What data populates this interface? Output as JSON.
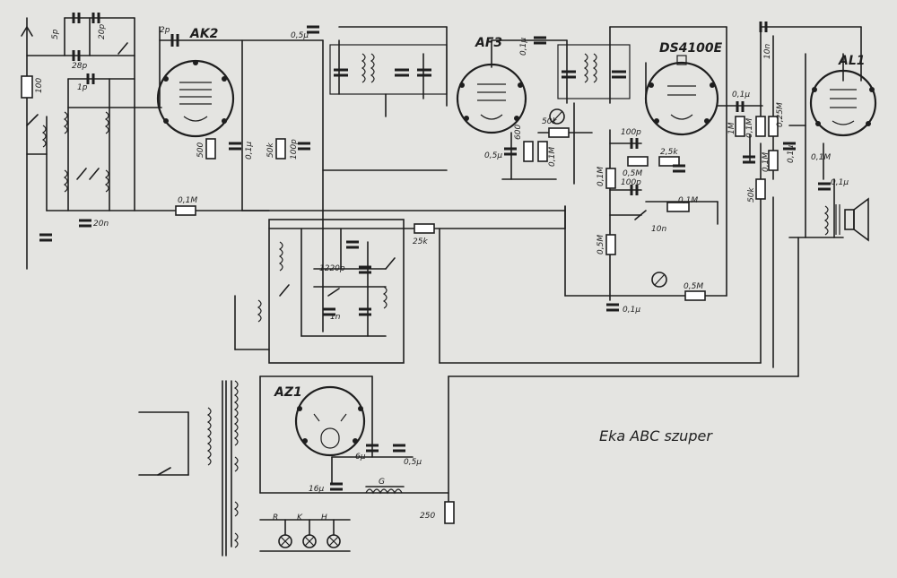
{
  "title": "Eka ABC szuper",
  "tubes": {
    "ak2": "AK2",
    "af3": "AF3",
    "ds4100e": "DS4100E",
    "al1": "AL1",
    "az1": "AZ1"
  },
  "components": {
    "c_2p": "2p",
    "c_05u_top": "0,5μ",
    "c_28p": "28p",
    "c_1p": "1p",
    "c_5p": "5p",
    "c_20p": "20p",
    "r_100": "100",
    "r_500": "500",
    "c_01u_a": "0,1μ",
    "r_50k_a": "50k",
    "c_100p_a": "100p",
    "r_01M_grid": "0,1M",
    "c_20n": "20n",
    "r_25k": "25k",
    "c_1220p": "1220p",
    "c_1n": "1n",
    "c_01u_af3": "0,1μ",
    "c_05u_af3": "0,5μ",
    "r_600": "600",
    "r_01M_af3": "0,1M",
    "r_50k_vol": "50k",
    "c_100p_b": "100p",
    "r_25k_b": "2,5k",
    "r_05M_a": "0,5M",
    "c_100p_c": "100p",
    "r_01M_d": "0,1M",
    "r_01M_pot": "0,1M",
    "c_10n": "10n",
    "r_05M_b": "0,5M",
    "c_01u_b": "0,1μ",
    "r_05M_c": "0,5M",
    "c_01u_c": "0,1μ",
    "r_1M": "1M",
    "r_01M_e": "0,1M",
    "c_10n_top": "10n",
    "r_025M": "0,25M",
    "r_01M_f": "0,1M",
    "r_50k_b": "50k",
    "c_01u_d": "0,1μ",
    "r_01M_g": "0,1M",
    "c_01u_e": "0,1μ",
    "c_6u": "6μ",
    "c_05u_psu": "0,5μ",
    "c_16u": "16μ",
    "choke_g": "G",
    "r_250": "250",
    "lamp_r": "R",
    "lamp_k": "K",
    "lamp_h": "H"
  }
}
